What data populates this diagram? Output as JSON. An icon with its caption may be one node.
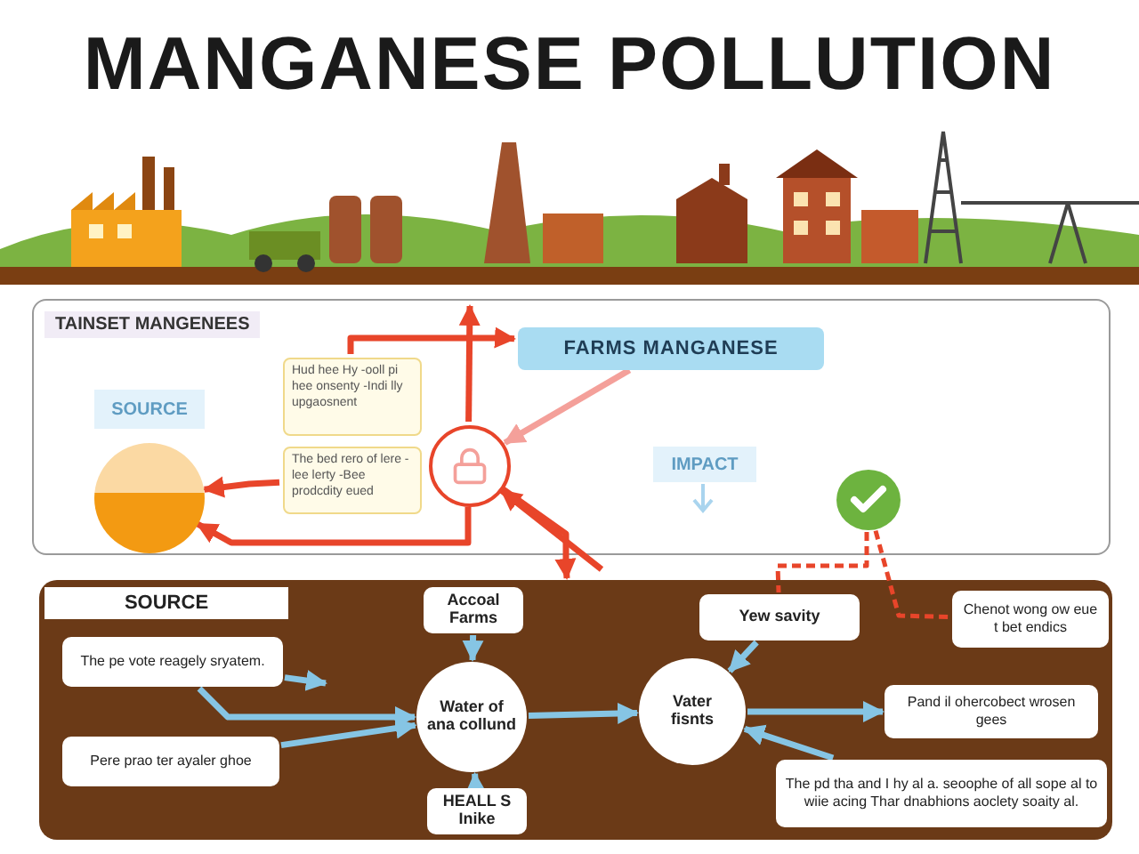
{
  "diagram": {
    "title": "MANGANESE POLLUTION",
    "nodes": [
      {
        "text": [
          "TAINSET MANGENEES"
        ]
      },
      {
        "text": [
          "FARMS MANGANESE"
        ],
        "in": 0
      },
      {
        "text": [
          "SOURCE"
        ],
        "in": 0
      },
      {
        "text": [
          "Hud hee Hy -ooll pi hee onsenty -Indi lly upgaosnent"
        ],
        "in": 0
      },
      {
        "text": [
          "The bed rero of lere -lee lerty -Bee prodcdity eued"
        ],
        "in": 0
      },
      {
        "text": [],
        "shape": "circle",
        "in": 0
      },
      {
        "text": [],
        "shape": "circle",
        "in": 0
      },
      {
        "text": [
          "IMPACT"
        ],
        "in": 0
      },
      {
        "text": [],
        "shape": "circle",
        "in": 0
      },
      {
        "text": [
          "SOURCE"
        ]
      },
      {
        "text": [
          "The pe vote reagely sryatem."
        ],
        "in": 9
      },
      {
        "text": [
          "Pere prao ter ayaler ghoe"
        ],
        "in": 9
      },
      {
        "text": [
          "Accoal Farms"
        ],
        "in": 9
      },
      {
        "text": [
          "Water of ana collund"
        ],
        "in": 9
      },
      {
        "text": [
          "HEALL S Inike"
        ],
        "in": 9
      },
      {
        "text": [
          "Yew savity"
        ],
        "in": 9
      },
      {
        "text": [
          "Vater fisnts"
        ],
        "in": 9
      },
      {
        "text": [
          "Chenot wong ow eue t bet endics"
        ],
        "in": 9
      },
      {
        "text": [
          "Pand il ohercobect wrosen gees"
        ],
        "in": 9
      },
      {
        "text": [
          "The pd tha and I hy al a. seoophe of all sope al to wiie acing Thar dnabhions aoclety soaity al."
        ],
        "in": 9
      }
    ],
    "edges": [
      {
        "from": 6,
        "to": null,
        "arrow": "to",
        "color": "#e8452a"
      },
      {
        "from": 3,
        "to": 1,
        "arrow": "to",
        "color": "#e8452a"
      },
      {
        "from": 4,
        "to": 5,
        "arrow": "to",
        "color": "#e8452a"
      },
      {
        "from": 6,
        "to": 5,
        "arrow": "to",
        "color": "#e8452a"
      },
      {
        "from": 1,
        "to": 6,
        "arrow": "to",
        "color": "#f4a09a"
      },
      {
        "from": null,
        "to": 6,
        "arrow": "to",
        "color": "#e8452a"
      },
      {
        "from": 6,
        "to": 9,
        "arrow": "to",
        "color": "#e8452a"
      },
      {
        "from": 8,
        "to": 15,
        "arrow": "none",
        "color": "#e8452a",
        "style": "dashed"
      },
      {
        "from": 8,
        "to": 17,
        "arrow": "none",
        "color": "#e8452a",
        "style": "dashed"
      },
      {
        "from": 10,
        "to": 13,
        "arrow": "to"
      },
      {
        "from": 11,
        "to": 13,
        "arrow": "to"
      },
      {
        "from": 12,
        "to": 13,
        "arrow": "to"
      },
      {
        "from": 14,
        "to": 13,
        "arrow": "to"
      },
      {
        "from": 13,
        "to": 16,
        "arrow": "to"
      },
      {
        "from": 15,
        "to": 16,
        "arrow": "to"
      },
      {
        "from": 16,
        "to": 18,
        "arrow": "to"
      },
      {
        "from": 19,
        "to": 16,
        "arrow": "to"
      },
      {
        "from": 10,
        "to": null,
        "arrow": "to"
      }
    ]
  }
}
